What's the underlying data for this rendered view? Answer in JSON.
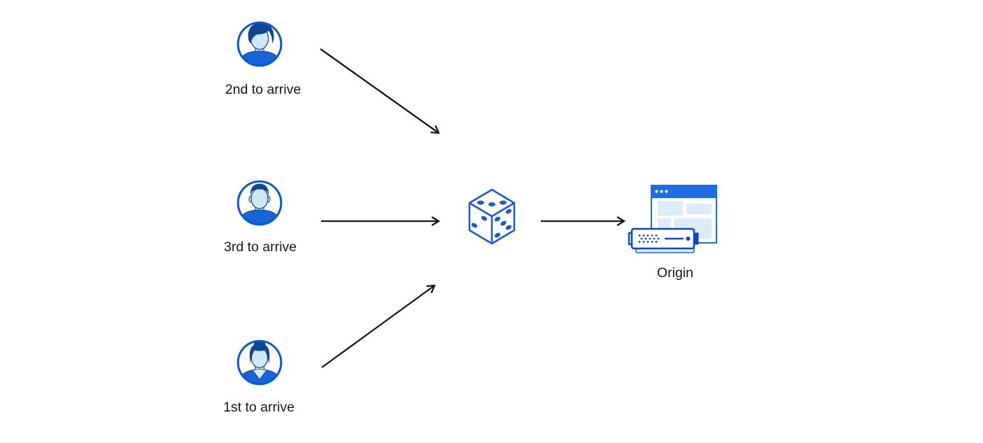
{
  "diagram": {
    "visitors": [
      {
        "id": "top",
        "label": "2nd to arrive",
        "icon": "male-avatar-icon"
      },
      {
        "id": "middle",
        "label": "3rd to arrive",
        "icon": "male-avatar-icon"
      },
      {
        "id": "bottom",
        "label": "1st to arrive",
        "icon": "female-avatar-icon"
      }
    ],
    "router": {
      "icon": "dice-icon"
    },
    "origin": {
      "label": "Origin",
      "icon": "origin-server-icon"
    },
    "arrows": [
      {
        "from": "visitor-top",
        "to": "dice"
      },
      {
        "from": "visitor-middle",
        "to": "dice"
      },
      {
        "from": "visitor-bottom",
        "to": "dice"
      },
      {
        "from": "dice",
        "to": "origin"
      }
    ],
    "colors": {
      "background": "#ffffff",
      "avatar_ring_blue": "#0a58d6",
      "hair_navy": "#0e4595",
      "skin_light_blue": "#cfe8f6",
      "shirt_blue": "#1766d9",
      "dice_blue": "#1a56db",
      "browser_blue": "#1f6be2",
      "panel_light_blue": "#dcebf8",
      "server_navy": "#0d46c8",
      "arrow_black": "#161616",
      "label_text": "#17181a"
    }
  }
}
